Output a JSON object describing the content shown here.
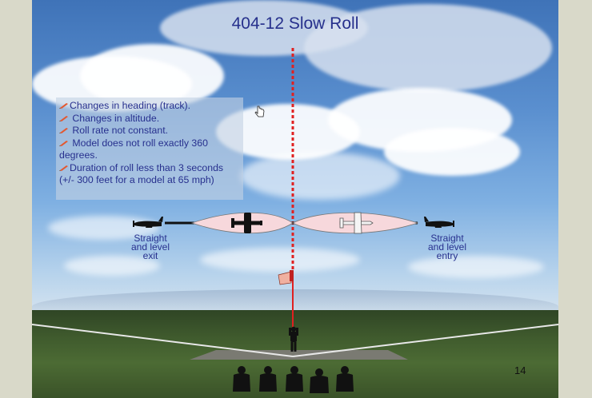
{
  "slide": {
    "title": "404-12 Slow Roll",
    "page_number": "14"
  },
  "criteria": [
    "Changes in heading (track).",
    "Changes in altitude.",
    "Roll rate not constant.",
    "Model does not roll exactly 360 degrees.",
    "Duration of roll less than 3 seconds (+/- 300 feet for a model at 65 mph)"
  ],
  "labels": {
    "exit": [
      "Straight",
      "and level",
      "exit"
    ],
    "entry": [
      "Straight",
      "and level",
      "entry"
    ]
  },
  "icons": {
    "bullet": "pencil-icon",
    "cursor": "hand-cursor-icon",
    "flag": "flag-icon"
  },
  "colors": {
    "title": "#26308c",
    "text": "#27308e",
    "centerline": "#e02020",
    "roll_envelope": "#f7d8dc"
  }
}
